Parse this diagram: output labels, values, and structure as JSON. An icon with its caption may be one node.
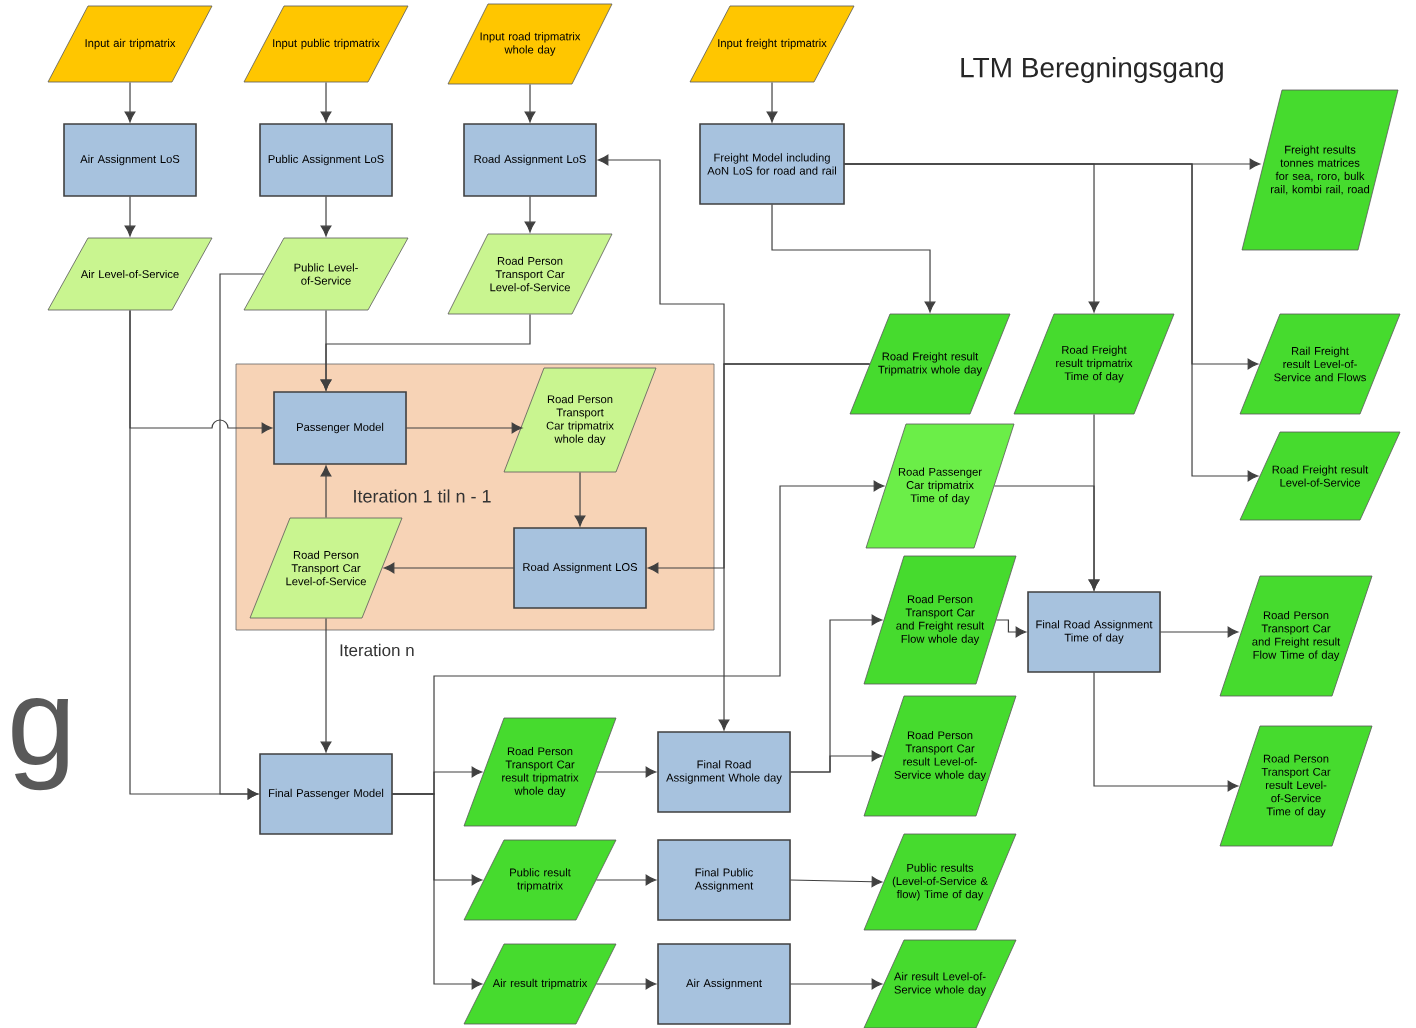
{
  "diagram": {
    "title": "LTM Beregningsgang",
    "nodes": [
      {
        "text": [
          "Input air tripmatrix"
        ]
      },
      {
        "text": [
          "Input public tripmatrix"
        ]
      },
      {
        "text": [
          "Input road tripmatrix whole day"
        ]
      },
      {
        "text": [
          "Input freight tripmatrix"
        ]
      },
      {
        "text": [
          "Air Assignment LoS"
        ]
      },
      {
        "text": [
          "Public Assignment LoS"
        ]
      },
      {
        "text": [
          "Road Assignment LoS"
        ]
      },
      {
        "text": [
          "Freight Model including AoN LoS for road and rail"
        ]
      },
      {
        "text": [
          "Air Level-of-Service"
        ]
      },
      {
        "text": [
          "Public Level-of-Service"
        ]
      },
      {
        "text": [
          "Road Person Transport Car Level-of-Service"
        ]
      },
      {
        "text": [
          "Freight results tonnes matrices for sea, roro, bulk rail, kombi rail, road"
        ]
      },
      {
        "text": [
          "Iteration 1 til n - 1"
        ]
      },
      {
        "text": [
          "Passenger Model"
        ],
        "in": 12
      },
      {
        "text": [
          "Road Person Transport Car tripmatrix whole day"
        ],
        "in": 12
      },
      {
        "text": [
          "Road Person Transport Car Level-of-Service"
        ],
        "in": 12
      },
      {
        "text": [
          "Road Assignment LOS"
        ],
        "in": 12
      },
      {
        "text": [
          "Road Freight result Tripmatrix whole day"
        ]
      },
      {
        "text": [
          "Road Freight result tripmatrix Time of day"
        ]
      },
      {
        "text": [
          "Rail Freight result Level-of-Service and Flows"
        ]
      },
      {
        "text": [
          "Road Freight result Level-of-Service"
        ]
      },
      {
        "text": [
          "Road Passenger Car tripmatrix Time of day"
        ]
      },
      {
        "text": [
          "Road Person Transport Car and Freight result Flow whole day"
        ]
      },
      {
        "text": [
          "Final Road Assignment Time of day"
        ]
      },
      {
        "text": [
          "Road Person Transport Car and Freight result Flow Time of day"
        ]
      },
      {
        "text": [
          "Final Passenger Model"
        ]
      },
      {
        "text": [
          "Road Person Transport Car result tripmatrix whole day"
        ]
      },
      {
        "text": [
          "Final Road Assignment Whole day"
        ]
      },
      {
        "text": [
          "Road Person Transport Car result Level-of-Service whole day"
        ]
      },
      {
        "text": [
          "Road Person Transport Car result Level-of-Service Time of day"
        ]
      },
      {
        "text": [
          "Public result tripmatrix"
        ]
      },
      {
        "text": [
          "Final Public Assignment"
        ]
      },
      {
        "text": [
          "Public results (Level-of-Service & flow) Time of day"
        ]
      },
      {
        "text": [
          "Air result tripmatrix"
        ]
      },
      {
        "text": [
          "Air Assignment"
        ]
      },
      {
        "text": [
          "Air result Level-of-Service whole day"
        ]
      }
    ],
    "edges": [
      {
        "from": 0,
        "to": 4,
        "arrow": "to"
      },
      {
        "from": 1,
        "to": 5,
        "arrow": "to"
      },
      {
        "from": 2,
        "to": 6,
        "arrow": "to"
      },
      {
        "from": 3,
        "to": 7,
        "arrow": "to"
      },
      {
        "from": 4,
        "to": 8,
        "arrow": "to"
      },
      {
        "from": 5,
        "to": 9,
        "arrow": "to"
      },
      {
        "from": 6,
        "to": 10,
        "arrow": "to"
      },
      {
        "from": 7,
        "to": 11,
        "arrow": "to"
      },
      {
        "from": 7,
        "to": 17,
        "arrow": "to"
      },
      {
        "from": 7,
        "to": 18,
        "arrow": "to"
      },
      {
        "from": 7,
        "to": 19,
        "arrow": "to"
      },
      {
        "from": 7,
        "to": 20,
        "arrow": "to"
      },
      {
        "from": 8,
        "to": 13,
        "arrow": "to"
      },
      {
        "from": 9,
        "to": 13,
        "arrow": "to"
      },
      {
        "from": 10,
        "to": 13,
        "arrow": "to"
      },
      {
        "from": 8,
        "to": 25,
        "arrow": "to"
      },
      {
        "from": 9,
        "to": 25,
        "arrow": "to"
      },
      {
        "from": 17,
        "to": 6,
        "arrow": "to"
      },
      {
        "from": 17,
        "to": 16,
        "arrow": "to"
      },
      {
        "from": 17,
        "to": 27,
        "arrow": "to"
      },
      {
        "from": 13,
        "to": 14,
        "arrow": "to"
      },
      {
        "from": 14,
        "to": 16,
        "arrow": "to"
      },
      {
        "from": 16,
        "to": 15,
        "arrow": "to"
      },
      {
        "from": 15,
        "to": 13,
        "arrow": "to"
      },
      {
        "from": 15,
        "to": 25,
        "arrow": "to"
      },
      {
        "from": 25,
        "to": 21,
        "arrow": "to"
      },
      {
        "from": 25,
        "to": 26,
        "arrow": "to"
      },
      {
        "from": 25,
        "to": 30,
        "arrow": "to"
      },
      {
        "from": 25,
        "to": 33,
        "arrow": "to"
      },
      {
        "from": 26,
        "to": 27,
        "arrow": "to"
      },
      {
        "from": 27,
        "to": 22,
        "arrow": "to"
      },
      {
        "from": 27,
        "to": 28,
        "arrow": "to"
      },
      {
        "from": 30,
        "to": 31,
        "arrow": "to"
      },
      {
        "from": 31,
        "to": 32,
        "arrow": "to"
      },
      {
        "from": 33,
        "to": 34,
        "arrow": "to"
      },
      {
        "from": 34,
        "to": 35,
        "arrow": "to"
      },
      {
        "from": 22,
        "to": 23,
        "arrow": "to"
      },
      {
        "from": 18,
        "to": 23,
        "arrow": "to"
      },
      {
        "from": 21,
        "to": 23,
        "arrow": "to"
      },
      {
        "from": 23,
        "to": 24,
        "arrow": "to"
      },
      {
        "from": 23,
        "to": 29,
        "arrow": "to"
      }
    ],
    "labels": [
      "Iteration n",
      "g"
    ]
  }
}
